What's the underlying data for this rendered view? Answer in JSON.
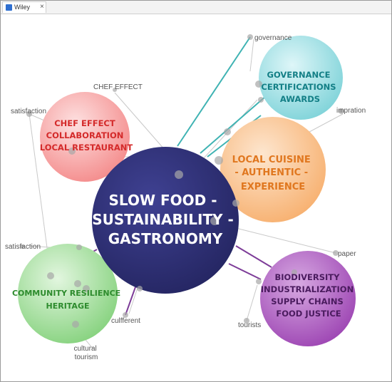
{
  "window": {
    "tab_title": "Wiley",
    "tab_close": "×"
  },
  "diagram": {
    "center": {
      "lines": [
        "SLOW FOOD -",
        "SUSTAINABILITY -",
        "GASTRONOMY"
      ],
      "color": "#2e2f7a"
    },
    "clusters": [
      {
        "id": "chef",
        "lines": [
          "CHEF EFFECT",
          "COLLABORATION",
          "LOCAL RESTAURANT"
        ],
        "fill": "#f79a9a",
        "text_color": "#d42a2a"
      },
      {
        "id": "governance",
        "lines": [
          "GOVERNANCE",
          "CERTIFICATIONS",
          "AWARDS"
        ],
        "fill": "#8fdbe0",
        "text_color": "#137f86"
      },
      {
        "id": "cuisine",
        "lines": [
          "LOCAL CUISINE",
          "- AUTHENTIC -",
          "EXPERIENCE"
        ],
        "fill": "#f9bd86",
        "text_color": "#e0771f"
      },
      {
        "id": "community",
        "lines": [
          "COMMUNITY RESILIENCE",
          "HERITAGE"
        ],
        "fill": "#9bdc94",
        "text_color": "#2d8b2d"
      },
      {
        "id": "biodiversity",
        "lines": [
          "BIODIVERSITY",
          "INDUSTRIALIZATION",
          "SUPPLY CHAINS",
          "FOOD JUSTICE"
        ],
        "fill": "#b25fc6",
        "text_color": "#4a1b5e"
      }
    ],
    "keywords": {
      "governance": "governance",
      "chef_effect": "CHEF EFFECT",
      "satisfaction_top": "satisfaction",
      "impration": "impration",
      "satisfaction_left": "satisfaction",
      "paper": "paper",
      "culfferent": "culfferent",
      "tourists": "tourists",
      "cultural_tourism": [
        "cultural",
        "tourism"
      ]
    }
  }
}
